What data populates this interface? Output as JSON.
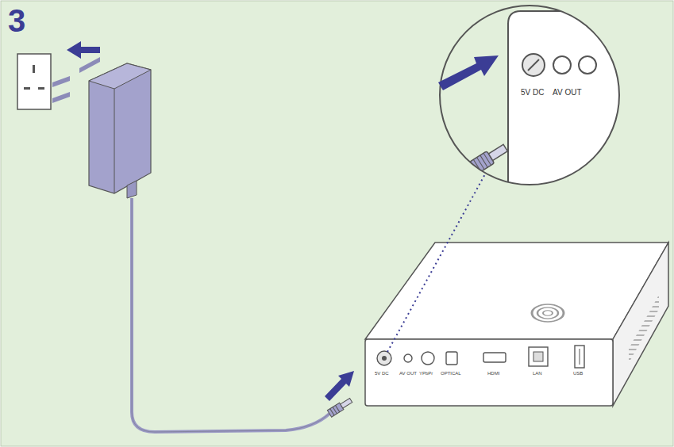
{
  "diagram": {
    "labels": [
      "3",
      "5V DC",
      "AV OUT",
      "5V DC",
      "AV OUT",
      "YPbPr",
      "OPTICAL",
      "HDMI",
      "LAN",
      "USB"
    ]
  }
}
